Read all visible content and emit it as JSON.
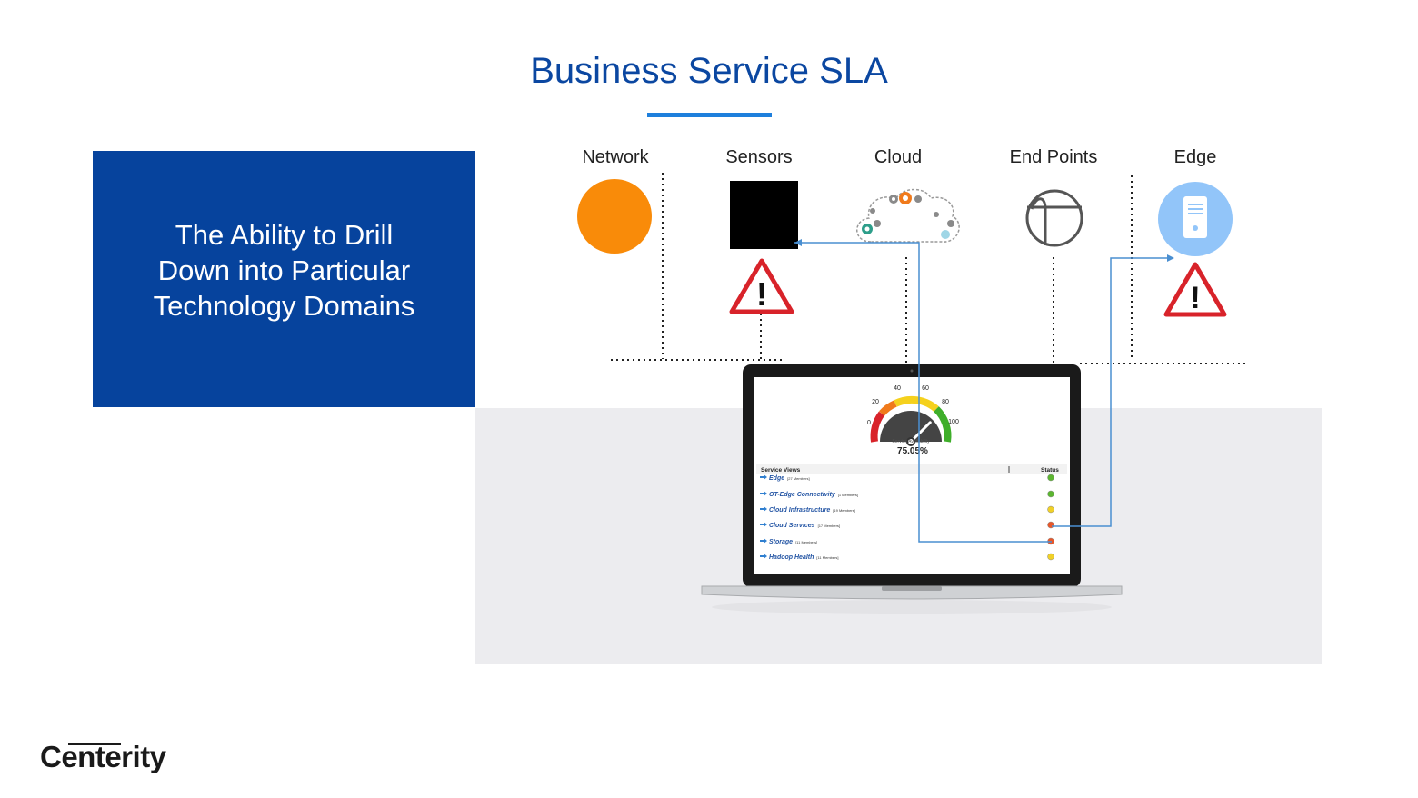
{
  "title": "Business Service SLA",
  "left_panel": {
    "lines": [
      "The Ability to Drill",
      "Down into Particular",
      "Technology Domains"
    ]
  },
  "domains": [
    {
      "label": "Network",
      "icon": "orange-circle-icon",
      "color": "#f98b09"
    },
    {
      "label": "Sensors",
      "icon": "black-square-icon",
      "color": "#000000"
    },
    {
      "label": "Cloud",
      "icon": "gears-cloud-icon"
    },
    {
      "label": "End Points",
      "icon": "endpoint-logo-icon"
    },
    {
      "label": "Edge",
      "icon": "server-circle-icon",
      "color": "#92c5f9"
    }
  ],
  "alerts": [
    {
      "domain": "Sensors",
      "icon": "warning-triangle-icon",
      "glyph": "!"
    },
    {
      "domain": "Edge",
      "icon": "warning-triangle-icon",
      "glyph": "!"
    }
  ],
  "dashboard": {
    "gauge": {
      "ticks": [
        "0",
        "20",
        "40",
        "60",
        "80",
        "100"
      ],
      "caption": "Service Availability",
      "value_label": "75.05%",
      "value": 75.05
    },
    "table": {
      "col_views": "Service Views",
      "col_status": "Status",
      "rows": [
        {
          "name": "Edge",
          "count": "[27 Members]",
          "status_color": "#5cb531"
        },
        {
          "name": "OT-Edge Connectivity",
          "count": "[1 Members]",
          "status_color": "#5cb531"
        },
        {
          "name": "Cloud Infrastructure",
          "count": "[19 Members]",
          "status_color": "#f0d028"
        },
        {
          "name": "Cloud Services",
          "count": "[17 Members]",
          "status_color": "#e8572a"
        },
        {
          "name": "Storage",
          "count": "[11 Members]",
          "status_color": "#e8572a"
        },
        {
          "name": "Hadoop Health",
          "count": "[11 Members]",
          "status_color": "#f0d028"
        }
      ]
    }
  },
  "logo": {
    "text": "Centerity"
  },
  "colors": {
    "title": "#0b47a1",
    "accent": "#1e7fdc",
    "panel": "#06439d",
    "gray_panel": "#ececef",
    "connector": "#4a8fd1"
  }
}
